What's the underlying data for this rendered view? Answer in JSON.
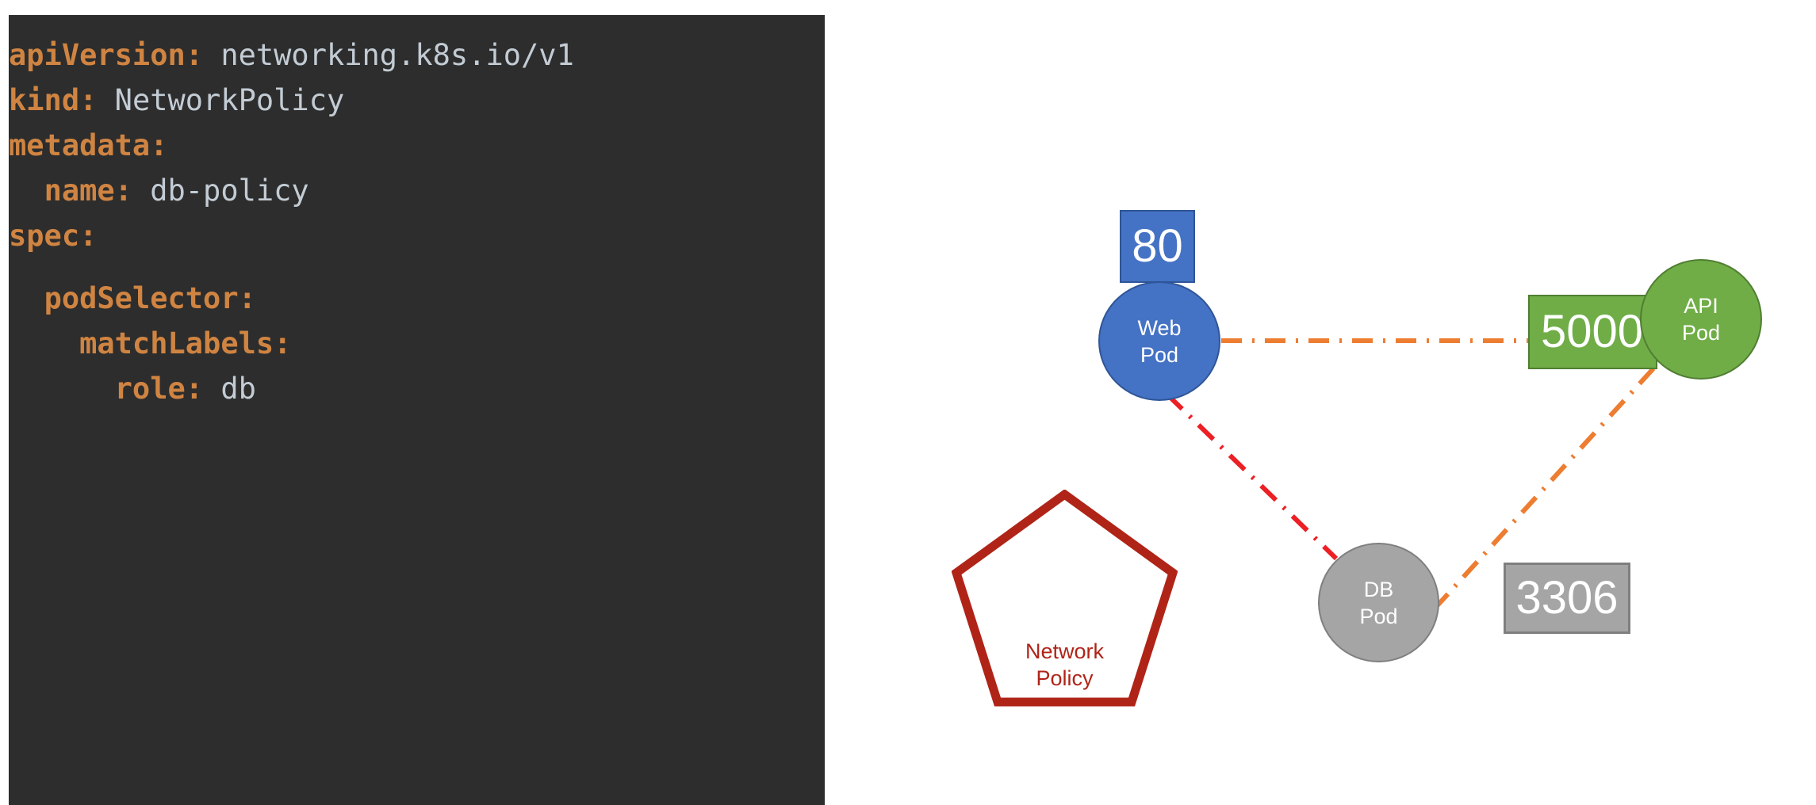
{
  "code_panel": {
    "background_color": "#2d2d2d",
    "key_color": "#d08442",
    "value_color": "#c3ccd4",
    "lines": [
      {
        "indent": "",
        "key": "apiVersion:",
        "value": " networking.k8s.io/v1"
      },
      {
        "indent": "",
        "key": "kind:",
        "value": " NetworkPolicy"
      },
      {
        "indent": "",
        "key": "metadata:",
        "value": ""
      },
      {
        "indent": "  ",
        "key": "name:",
        "value": " db-policy"
      },
      {
        "indent": "",
        "key": "spec:",
        "value": ""
      },
      {
        "indent": "  ",
        "key": "podSelector:",
        "value": ""
      },
      {
        "indent": "    ",
        "key": "matchLabels:",
        "value": ""
      },
      {
        "indent": "      ",
        "key": "role:",
        "value": " db"
      }
    ],
    "raw_text": "apiVersion: networking.k8s.io/v1\nkind: NetworkPolicy\nmetadata:\n  name: db-policy\nspec:\n\n  podSelector:\n    matchLabels:\n      role: db"
  },
  "diagram": {
    "nodes": [
      {
        "id": "web-pod",
        "label_line1": "Web",
        "label_line2": "Pod",
        "shape": "circle",
        "fill": "#4472c4",
        "stroke": "#2f5597",
        "port": "80",
        "port_shape": "square",
        "port_fill": "#4472c4"
      },
      {
        "id": "api-pod",
        "label_line1": "API",
        "label_line2": "Pod",
        "shape": "circle",
        "fill": "#70ad47",
        "stroke": "#507e32",
        "port": "5000",
        "port_shape": "rectangle",
        "port_fill": "#70ad47"
      },
      {
        "id": "db-pod",
        "label_line1": "DB",
        "label_line2": "Pod",
        "shape": "circle",
        "fill": "#a5a5a5",
        "stroke": "#7f7f7f",
        "port": "3306",
        "port_shape": "rectangle",
        "port_fill": "#a5a5a5"
      }
    ],
    "policy": {
      "label_line1": "Network",
      "label_line2": "Policy",
      "shape": "pentagon",
      "stroke": "#b02418",
      "fill": "none"
    },
    "edges": [
      {
        "id": "web-to-api",
        "from": "web-pod",
        "to": "api-pod",
        "style": "dash-dot",
        "color": "#ed7d31",
        "state": "allowed"
      },
      {
        "id": "web-to-db",
        "from": "web-pod",
        "to": "db-pod",
        "style": "dash-dot",
        "color": "#ec2024",
        "state": "blocked"
      },
      {
        "id": "api-to-db",
        "from": "api-pod",
        "to": "db-pod",
        "style": "dash-dot",
        "color": "#ed7d31",
        "state": "allowed"
      }
    ]
  }
}
